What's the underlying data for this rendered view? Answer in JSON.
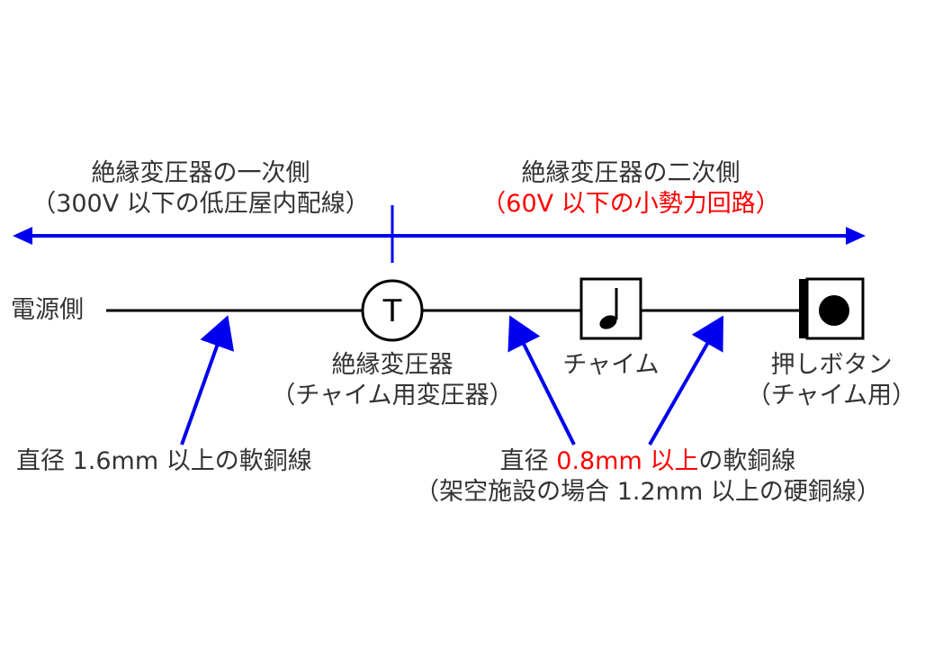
{
  "colors": {
    "line": "#000000",
    "arrow": "#0000ee",
    "text": "#333333",
    "highlight": "#ff0000"
  },
  "primary_side": {
    "line1": "絶縁変圧器の一次側",
    "line2": "（300V 以下の低圧屋内配線）"
  },
  "secondary_side": {
    "line1": "絶縁変圧器の二次側",
    "line2": "（60V 以下の小勢力回路）"
  },
  "power_side_label": "電源側",
  "transformer": {
    "symbol": "T",
    "label1": "絶縁変圧器",
    "label2": "（チャイム用変圧器）"
  },
  "chime": {
    "icon": "music-note-icon",
    "label": "チャイム"
  },
  "push_button": {
    "icon": "push-button-icon",
    "label1": "押しボタン",
    "label2": "（チャイム用）"
  },
  "primary_wire": {
    "text": "直径 1.6mm 以上の軟銅線"
  },
  "secondary_wire": {
    "prefix": "直径 ",
    "highlight": "0.8mm 以上",
    "suffix": "の軟銅線",
    "note": "（架空施設の場合 1.2mm 以上の硬銅線）"
  }
}
